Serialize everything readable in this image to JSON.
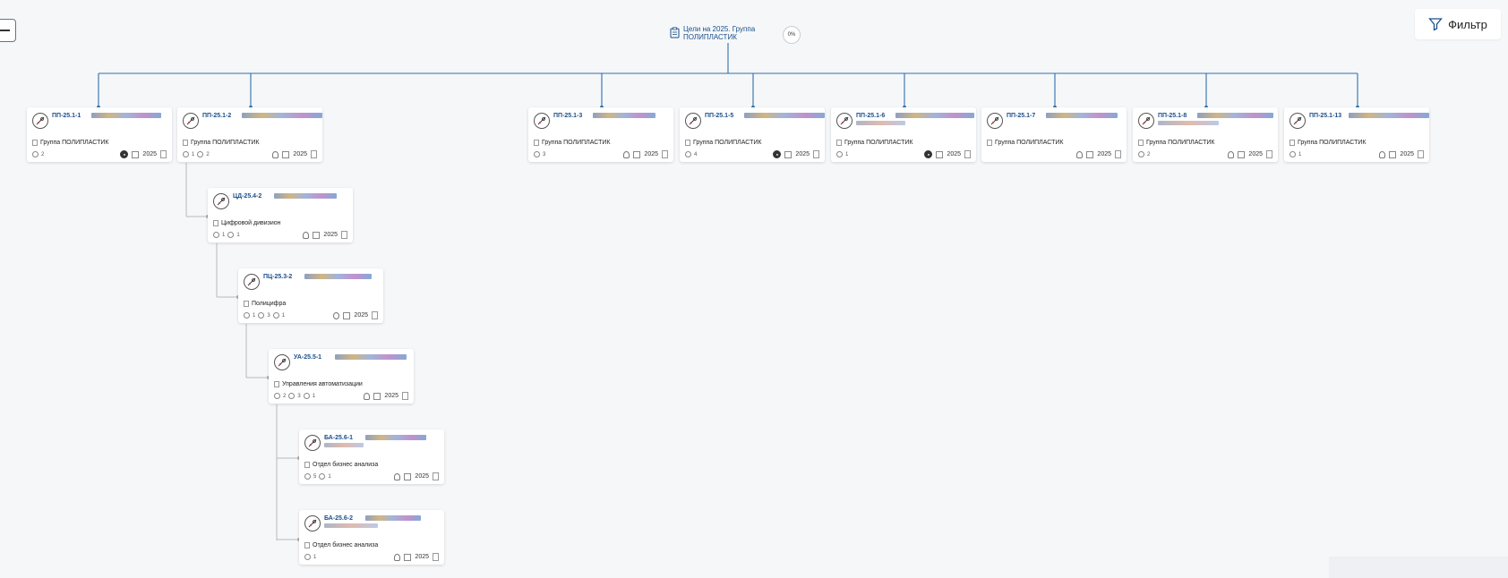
{
  "toolbar": {
    "filter_label": "Фильтр"
  },
  "root": {
    "title": "Цели на 2025. Группа ПОЛИПЛАСТИК",
    "progress": "0%"
  },
  "cards": [
    {
      "code": "ПП-25.1-1",
      "org": "Группа ПОЛИПЛАСТИК",
      "meta": [
        {
          "icon": "target-icon",
          "count": "2"
        }
      ],
      "owner": "badge",
      "year": "2025"
    },
    {
      "code": "ПП-25.1-2",
      "org": "Группа ПОЛИПЛАСТИК",
      "meta": [
        {
          "icon": "chevron-up-icon",
          "count": "1"
        },
        {
          "icon": "target-icon",
          "count": "2"
        }
      ],
      "owner": "person",
      "year": "2025"
    },
    {
      "code": "ПП-25.1-3",
      "org": "Группа ПОЛИПЛАСТИК",
      "meta": [
        {
          "icon": "target-icon",
          "count": "3"
        }
      ],
      "owner": "person",
      "year": "2025"
    },
    {
      "code": "ПП-25.1-5",
      "org": "Группа ПОЛИПЛАСТИК",
      "meta": [
        {
          "icon": "target-icon",
          "count": "4"
        }
      ],
      "owner": "badge",
      "year": "2025"
    },
    {
      "code": "ПП-25.1-6",
      "org": "Группа ПОЛИПЛАСТИК",
      "meta": [
        {
          "icon": "link-icon",
          "count": "1"
        }
      ],
      "owner": "badge",
      "year": "2025"
    },
    {
      "code": "ПП-25.1-7",
      "org": "Группа ПОЛИПЛАСТИК",
      "meta": [],
      "owner": "person",
      "year": "2025"
    },
    {
      "code": "ПП-25.1-8",
      "org": "Группа ПОЛИПЛАСТИК",
      "meta": [
        {
          "icon": "chevron-down-icon",
          "count": "2"
        }
      ],
      "owner": "person",
      "year": "2025"
    },
    {
      "code": "ПП-25.1-13",
      "org": "Группа ПОЛИПЛАСТИК",
      "meta": [
        {
          "icon": "link-icon",
          "count": "1"
        }
      ],
      "owner": "person",
      "year": "2025"
    },
    {
      "code": "ЦД-25.4-2",
      "org": "Цифровой дивизион",
      "meta": [
        {
          "icon": "chevron-up-icon",
          "count": "1"
        },
        {
          "icon": "link-icon",
          "count": "1"
        }
      ],
      "owner": "person",
      "year": "2025"
    },
    {
      "code": "ПЦ-25.3-2",
      "org": "Полицифра",
      "meta": [
        {
          "icon": "chevron-up-icon",
          "count": "1"
        },
        {
          "icon": "target-icon",
          "count": "3"
        },
        {
          "icon": "link-icon",
          "count": "1"
        }
      ],
      "owner": "plus",
      "year": "2025"
    },
    {
      "code": "УА-25.5-1",
      "org": "Управления автоматизации",
      "meta": [
        {
          "icon": "chevron-up-icon",
          "count": "2"
        },
        {
          "icon": "target-icon",
          "count": "3"
        },
        {
          "icon": "link-icon",
          "count": "1"
        }
      ],
      "owner": "person",
      "year": "2025"
    },
    {
      "code": "БА-25.6-1",
      "org": "Отдел бизнес анализа",
      "meta": [
        {
          "icon": "target-icon",
          "count": "5"
        },
        {
          "icon": "link-icon",
          "count": "1"
        }
      ],
      "owner": "person",
      "year": "2025"
    },
    {
      "code": "БА-25.6-2",
      "org": "Отдел бизнес анализа",
      "meta": [
        {
          "icon": "link-icon",
          "count": "1"
        }
      ],
      "owner": "person",
      "year": "2025"
    }
  ]
}
